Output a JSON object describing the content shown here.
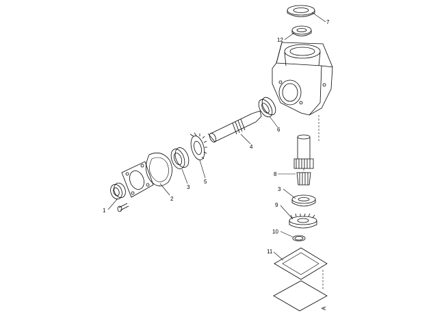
{
  "callouts": [
    {
      "text": "1",
      "part": "seal-left"
    },
    {
      "text": "2",
      "part": "gasket-flange"
    },
    {
      "text": "3",
      "part": "bearing-left"
    },
    {
      "text": "5",
      "part": "bevel-gear-horizontal"
    },
    {
      "text": "4",
      "part": "input-shaft"
    },
    {
      "text": "6",
      "part": "bearing-housing-side"
    },
    {
      "text": "7",
      "part": "seal-top"
    },
    {
      "text": "12",
      "part": "bearing-top"
    },
    {
      "text": "8",
      "part": "pinion-shaft"
    },
    {
      "text": "3",
      "part": "bearing-lower"
    },
    {
      "text": "9",
      "part": "bevel-gear-lower"
    },
    {
      "text": "10",
      "part": "snap-ring"
    },
    {
      "text": "11",
      "part": "gasket-cover"
    }
  ],
  "corner_mark": "A"
}
